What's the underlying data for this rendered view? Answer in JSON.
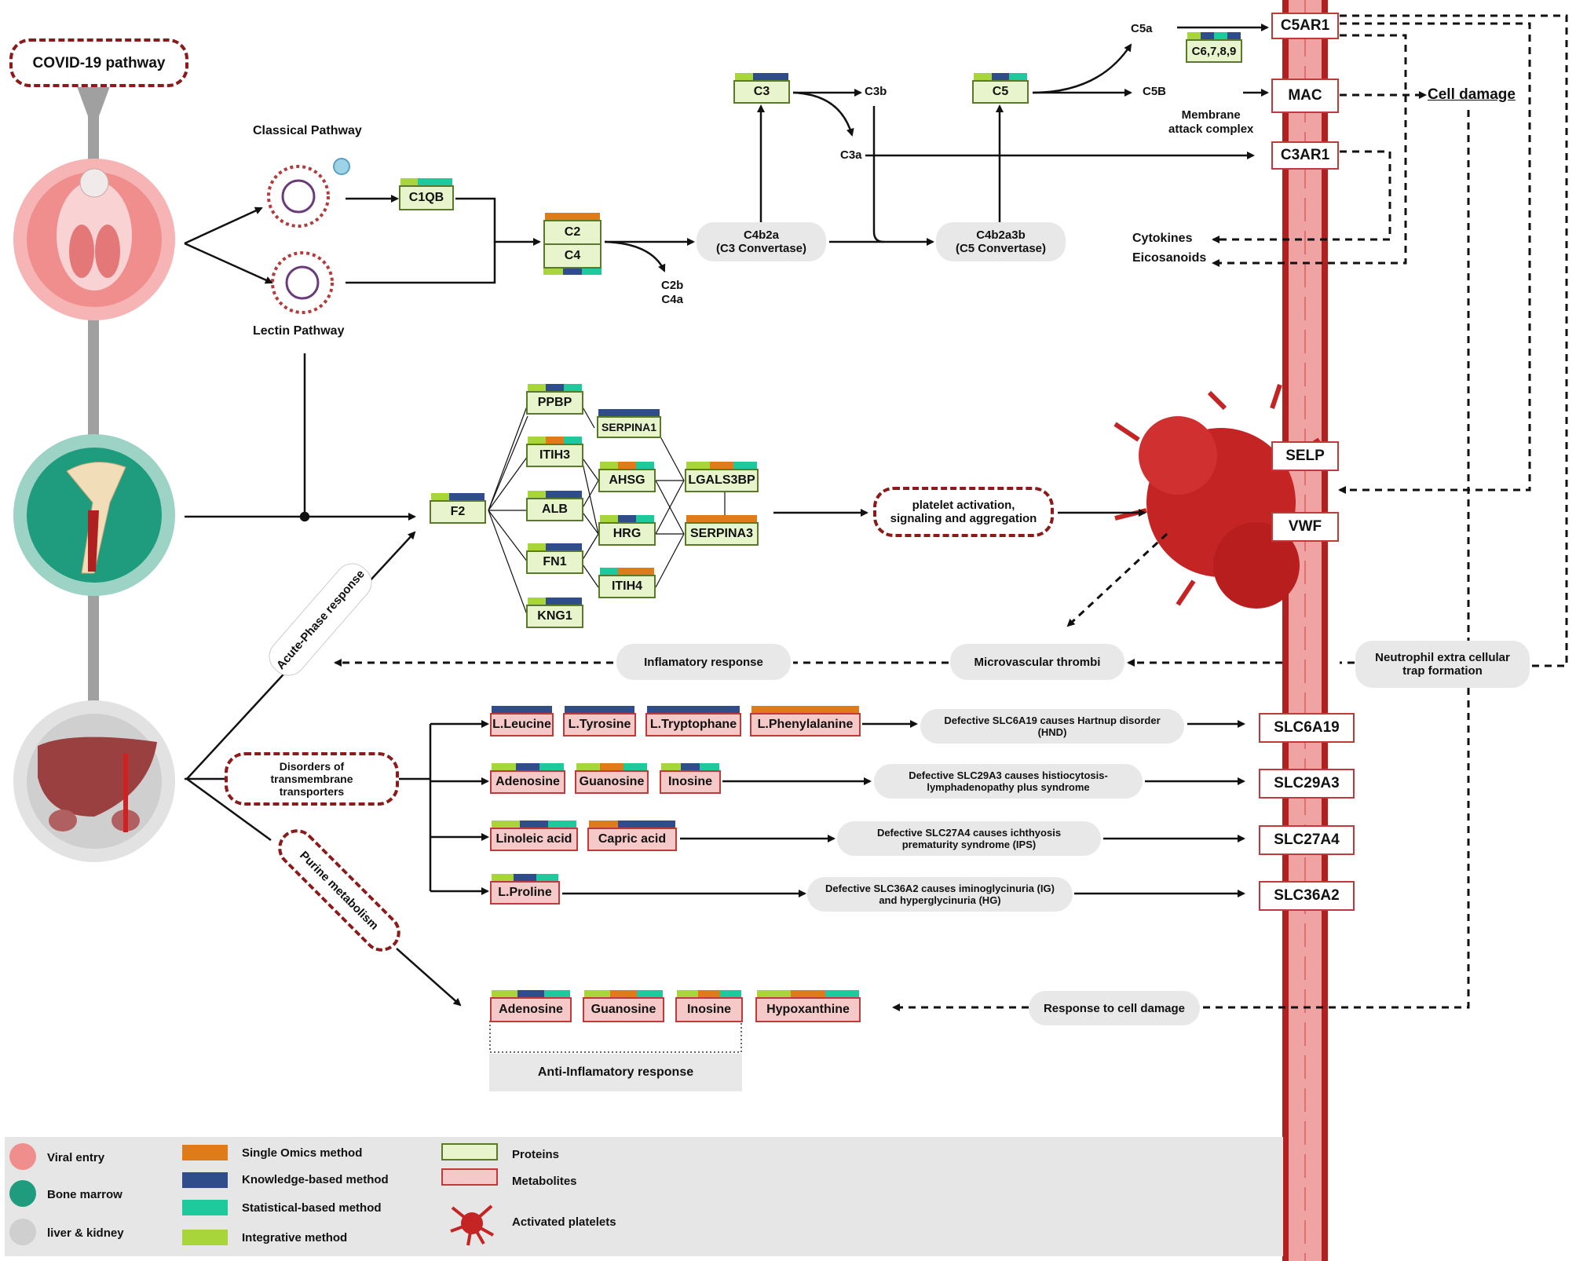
{
  "title": "COVID-19 pathway",
  "colors": {
    "single_omics": "#e07b1a",
    "knowledge": "#2f4d8a",
    "statistical": "#1ec99b",
    "integrative": "#a8d53a",
    "protein_fill": "#e8f5cc",
    "metabolite_fill": "#f6c9c9",
    "vessel": "#b22222"
  },
  "complement": {
    "classical": "Classical Pathway",
    "lectin": "Lectin Pathway",
    "c1qb": "C1QB",
    "c2": "C2",
    "c4": "C4",
    "c2b": "C2b",
    "c4a": "C4a",
    "c4b2a": "C4b2a",
    "c3conv": "(C3 Convertase)",
    "c3": "C3",
    "c3b": "C3b",
    "c3a": "C3a",
    "c4b2a3b": "C4b2a3b",
    "c5conv": "(C5 Convertase)",
    "c5": "C5",
    "c5a": "C5a",
    "c5b": "C5B",
    "c6789": "C6,7,8,9",
    "mac_label_1": "Membrane",
    "mac_label_2": "attack complex",
    "c5ar1": "C5AR1",
    "mac": "MAC",
    "c3ar1": "C3AR1",
    "cell_damage": "Cell damage",
    "cytokines": "Cytokines",
    "eicosanoids": "Eicosanoids"
  },
  "coagulation": {
    "f2": "F2",
    "ppbp": "PPBP",
    "serpina1": "SERPINA1",
    "itih3": "ITIH3",
    "ahsg": "AHSG",
    "lgals3bp": "LGALS3BP",
    "alb": "ALB",
    "hrg": "HRG",
    "serpina3": "SERPINA3",
    "fn1": "FN1",
    "itih4": "ITIH4",
    "kng1": "KNG1",
    "platelet_1": "platelet activation,",
    "platelet_2": "signaling and aggregation",
    "selp": "SELP",
    "vwf": "VWF",
    "microvascular": "Microvascular thrombi",
    "inflammatory": "Inflamatory response",
    "net_1": "Neutrophil extra cellular",
    "net_2": "trap formation",
    "acute_phase": "Acute-Phase response"
  },
  "transporters": {
    "disorders_1": "Disorders of",
    "disorders_2": "transmembrane",
    "disorders_3": "transporters",
    "row1": [
      "L.Leucine",
      "L.Tyrosine",
      "L.Tryptophane",
      "L.Phenylalanine"
    ],
    "row2": [
      "Adenosine",
      "Guanosine",
      "Inosine"
    ],
    "row3": [
      "Linoleic acid",
      "Capric acid"
    ],
    "row4": [
      "L.Proline"
    ],
    "defect1_1": "Defective SLC6A19 causes Hartnup disorder",
    "defect1_2": "(HND)",
    "defect2_1": "Defective SLC29A3 causes histiocytosis-",
    "defect2_2": "lymphadenopathy plus syndrome",
    "defect3_1": "Defective SLC27A4 causes ichthyosis",
    "defect3_2": "prematurity syndrome (IPS)",
    "defect4_1": "Defective SLC36A2 causes iminoglycinuria (IG)",
    "defect4_2": "and hyperglycinuria (HG)",
    "slc1": "SLC6A19",
    "slc2": "SLC29A3",
    "slc3": "SLC27A4",
    "slc4": "SLC36A2"
  },
  "purine": {
    "label": "Purine metabolism",
    "items": [
      "Adenosine",
      "Guanosine",
      "Inosine",
      "Hypoxanthine"
    ],
    "anti": "Anti-Inflamatory response",
    "response": "Response to cell damage"
  },
  "legend": {
    "viral": "Viral entry",
    "bone": "Bone marrow",
    "liver": "liver & kidney",
    "single": "Single Omics method",
    "knowledge": "Knowledge-based method",
    "statistical": "Statistical-based method",
    "integrative": "Integrative method",
    "proteins": "Proteins",
    "metabolites": "Metabolites",
    "platelets": "Activated platelets"
  }
}
